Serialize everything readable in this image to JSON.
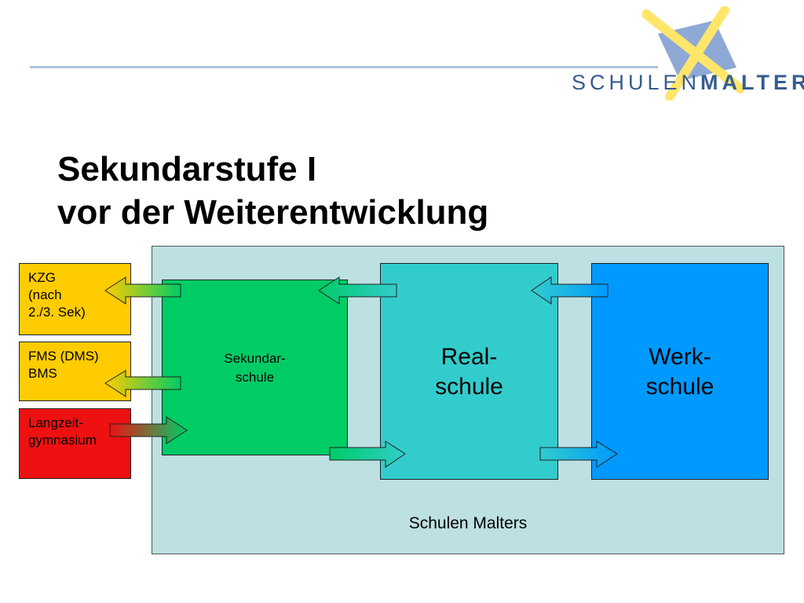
{
  "logo": {
    "text_light": "SCHULEN",
    "text_bold": "MALTERS"
  },
  "title": {
    "line1": "Sekundarstufe I",
    "line2": "vor der Weiterentwicklung"
  },
  "panel": {
    "label": "Schulen Malters"
  },
  "schools": {
    "sekundar": {
      "line1": "Sekundar-",
      "line2": "schule",
      "color": "#00cc66"
    },
    "real": {
      "line1": "Real-",
      "line2": "schule",
      "color": "#33cccc"
    },
    "werk": {
      "line1": "Werk-",
      "line2": "schule",
      "color": "#0099ff"
    }
  },
  "outcomes": {
    "kzg": {
      "line1": "KZG",
      "line2": "(nach",
      "line3": "2./3. Sek)",
      "color": "#ffcc00"
    },
    "fms": {
      "line1": "FMS (DMS)",
      "line2": "BMS",
      "color": "#ffcc00"
    },
    "langzeit": {
      "line1": "Langzeit-",
      "line2": "gymnasium",
      "color": "#ee1111"
    }
  }
}
